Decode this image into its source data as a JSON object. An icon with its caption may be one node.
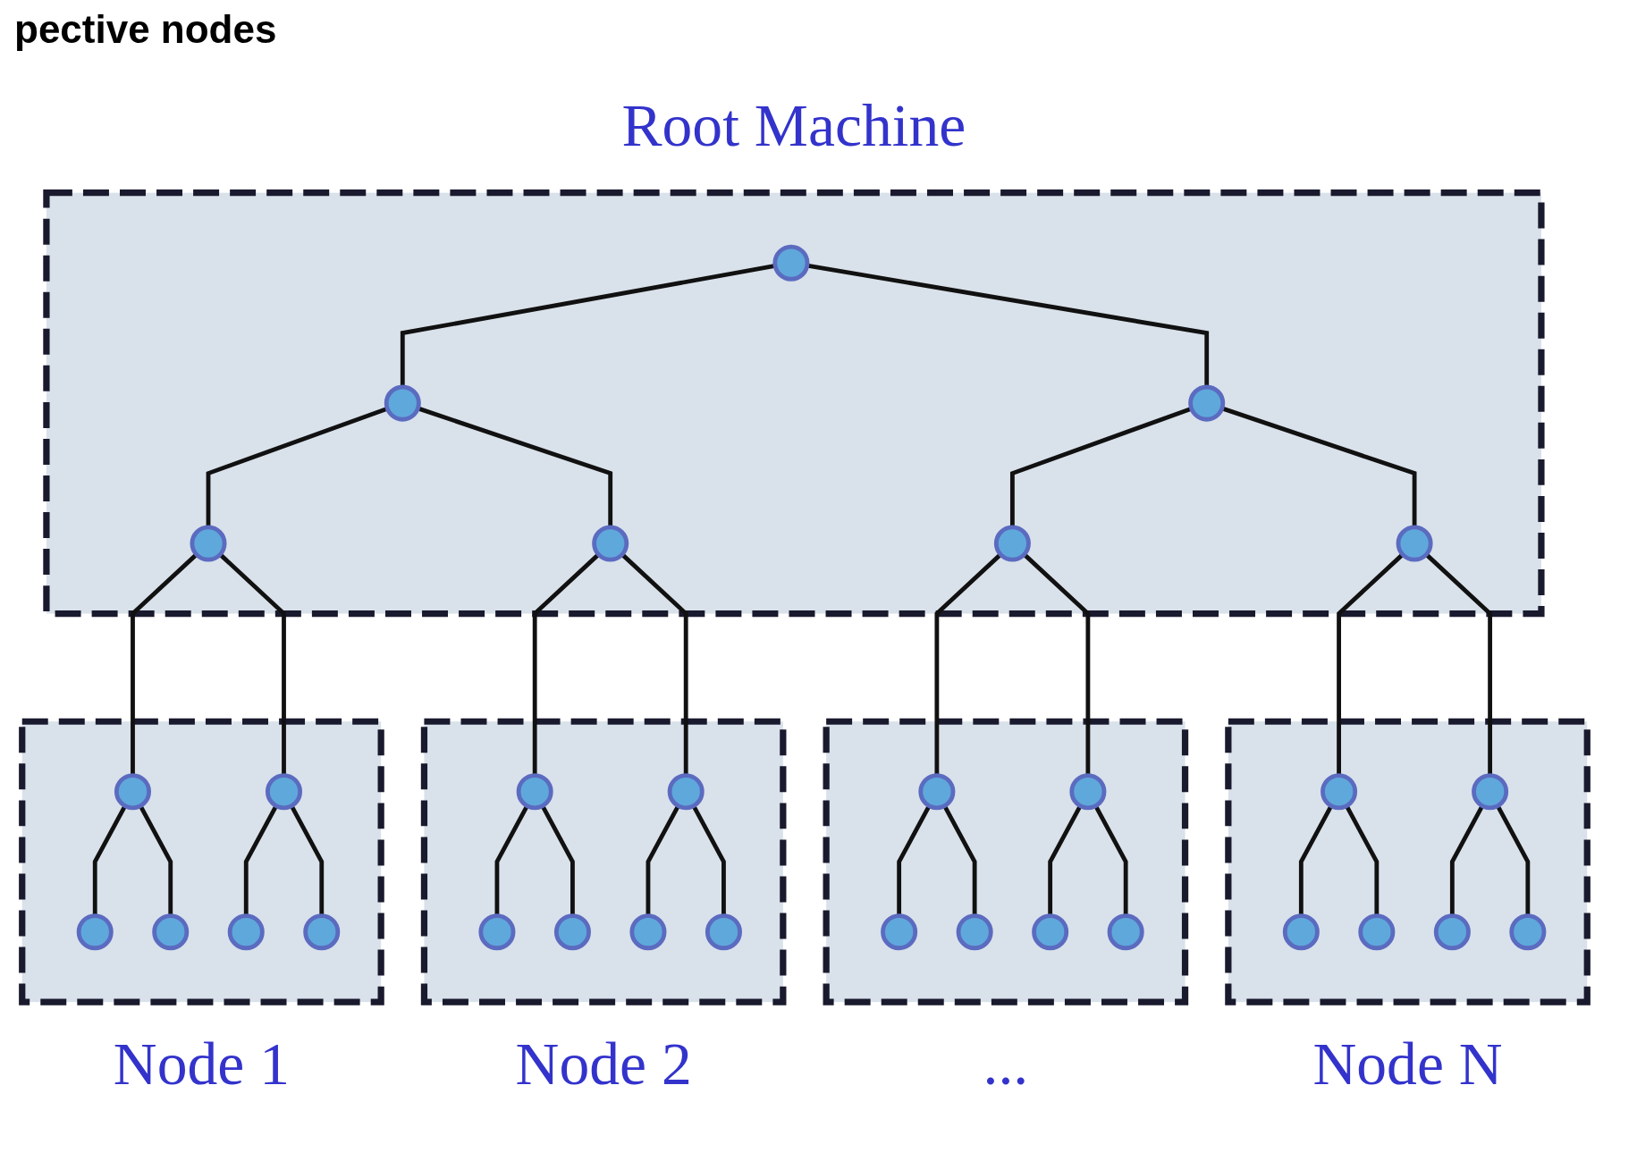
{
  "diagram": {
    "title": "pective nodes",
    "nodes": [
      {
        "text": [
          "Root Machine"
        ]
      },
      {
        "text": [],
        "shape": "circle",
        "in": 0
      },
      {
        "text": [],
        "shape": "circle",
        "in": 0
      },
      {
        "text": [],
        "shape": "circle",
        "in": 0
      },
      {
        "text": [],
        "shape": "circle",
        "in": 0
      },
      {
        "text": [],
        "shape": "circle",
        "in": 0
      },
      {
        "text": [],
        "shape": "circle",
        "in": 0
      },
      {
        "text": [],
        "shape": "circle",
        "in": 0
      },
      {
        "text": [
          "Node 1"
        ]
      },
      {
        "text": [],
        "shape": "circle",
        "in": 8
      },
      {
        "text": [],
        "shape": "circle",
        "in": 8
      },
      {
        "text": [],
        "shape": "circle",
        "in": 8
      },
      {
        "text": [],
        "shape": "circle",
        "in": 8
      },
      {
        "text": [],
        "shape": "circle",
        "in": 8
      },
      {
        "text": [],
        "shape": "circle",
        "in": 8
      },
      {
        "text": [
          "Node 2"
        ]
      },
      {
        "text": [],
        "shape": "circle",
        "in": 15
      },
      {
        "text": [],
        "shape": "circle",
        "in": 15
      },
      {
        "text": [],
        "shape": "circle",
        "in": 15
      },
      {
        "text": [],
        "shape": "circle",
        "in": 15
      },
      {
        "text": [],
        "shape": "circle",
        "in": 15
      },
      {
        "text": [],
        "shape": "circle",
        "in": 15
      },
      {
        "text": [
          "..."
        ]
      },
      {
        "text": [],
        "shape": "circle",
        "in": 22
      },
      {
        "text": [],
        "shape": "circle",
        "in": 22
      },
      {
        "text": [],
        "shape": "circle",
        "in": 22
      },
      {
        "text": [],
        "shape": "circle",
        "in": 22
      },
      {
        "text": [],
        "shape": "circle",
        "in": 22
      },
      {
        "text": [],
        "shape": "circle",
        "in": 22
      },
      {
        "text": [
          "Node N"
        ]
      },
      {
        "text": [],
        "shape": "circle",
        "in": 29
      },
      {
        "text": [],
        "shape": "circle",
        "in": 29
      },
      {
        "text": [],
        "shape": "circle",
        "in": 29
      },
      {
        "text": [],
        "shape": "circle",
        "in": 29
      },
      {
        "text": [],
        "shape": "circle",
        "in": 29
      },
      {
        "text": [],
        "shape": "circle",
        "in": 29
      }
    ],
    "edges": [
      {
        "from": 1,
        "to": 2,
        "arrow": "none"
      },
      {
        "from": 1,
        "to": 3,
        "arrow": "none"
      },
      {
        "from": 2,
        "to": 4,
        "arrow": "none"
      },
      {
        "from": 2,
        "to": 5,
        "arrow": "none"
      },
      {
        "from": 3,
        "to": 6,
        "arrow": "none"
      },
      {
        "from": 3,
        "to": 7,
        "arrow": "none"
      },
      {
        "from": 4,
        "to": 9,
        "arrow": "none"
      },
      {
        "from": 4,
        "to": 10,
        "arrow": "none"
      },
      {
        "from": 5,
        "to": 16,
        "arrow": "none"
      },
      {
        "from": 5,
        "to": 17,
        "arrow": "none"
      },
      {
        "from": 6,
        "to": 23,
        "arrow": "none"
      },
      {
        "from": 6,
        "to": 24,
        "arrow": "none"
      },
      {
        "from": 7,
        "to": 30,
        "arrow": "none"
      },
      {
        "from": 7,
        "to": 31,
        "arrow": "none"
      },
      {
        "from": 9,
        "to": 11,
        "arrow": "none"
      },
      {
        "from": 9,
        "to": 12,
        "arrow": "none"
      },
      {
        "from": 10,
        "to": 13,
        "arrow": "none"
      },
      {
        "from": 10,
        "to": 14,
        "arrow": "none"
      },
      {
        "from": 16,
        "to": 18,
        "arrow": "none"
      },
      {
        "from": 16,
        "to": 19,
        "arrow": "none"
      },
      {
        "from": 17,
        "to": 20,
        "arrow": "none"
      },
      {
        "from": 17,
        "to": 21,
        "arrow": "none"
      },
      {
        "from": 23,
        "to": 25,
        "arrow": "none"
      },
      {
        "from": 23,
        "to": 26,
        "arrow": "none"
      },
      {
        "from": 24,
        "to": 27,
        "arrow": "none"
      },
      {
        "from": 24,
        "to": 28,
        "arrow": "none"
      },
      {
        "from": 30,
        "to": 32,
        "arrow": "none"
      },
      {
        "from": 30,
        "to": 33,
        "arrow": "none"
      },
      {
        "from": 31,
        "to": 34,
        "arrow": "none"
      },
      {
        "from": 31,
        "to": 35,
        "arrow": "none"
      }
    ]
  }
}
